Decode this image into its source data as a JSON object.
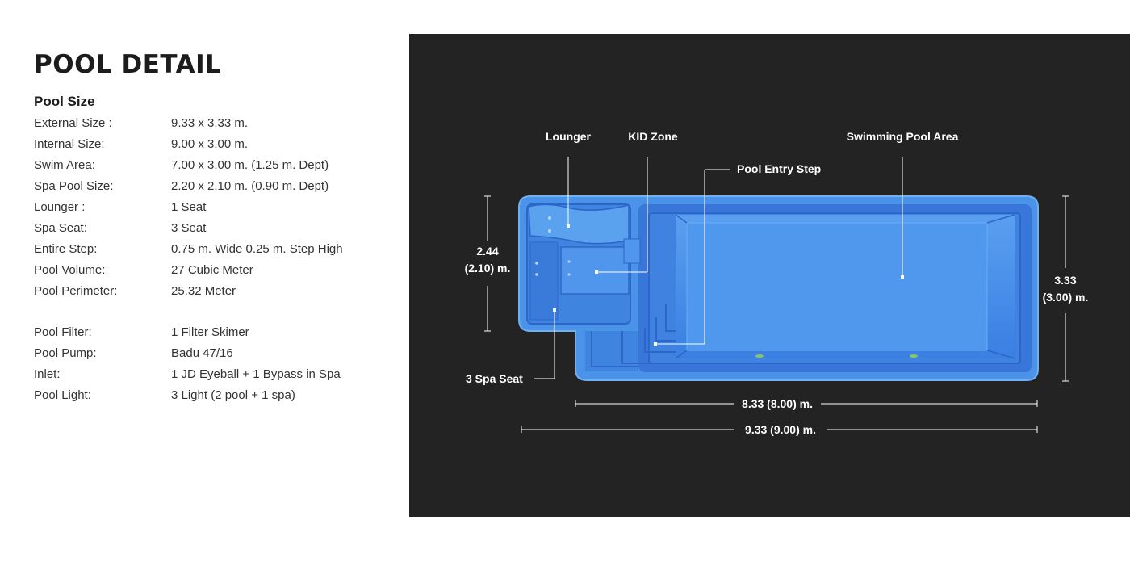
{
  "page": {
    "title": "POOL DETAIL",
    "section_title": "Pool Size"
  },
  "specs": [
    {
      "label": "External Size :",
      "value": "9.33 x 3.33 m."
    },
    {
      "label": "Internal Size:",
      "value": "9.00 x 3.00 m."
    },
    {
      "label": "Swim Area:",
      "value": "7.00 x 3.00 m. (1.25 m. Dept)"
    },
    {
      "label": "Spa Pool Size:",
      "value": "2.20 x 2.10 m. (0.90 m. Dept)"
    },
    {
      "label": "Lounger :",
      "value": "1 Seat"
    },
    {
      "label": "Spa Seat:",
      "value": "3 Seat"
    },
    {
      "label": "Entire Step:",
      "value": "0.75 m. Wide 0.25 m. Step High"
    },
    {
      "label": "Pool Volume:",
      "value": "27 Cubic Meter"
    },
    {
      "label": "Pool Perimeter:",
      "value": "25.32 Meter"
    }
  ],
  "equipment": [
    {
      "label": "Pool Filter:",
      "value": "1 Filter Skimer"
    },
    {
      "label": "Pool Pump:",
      "value": "Badu 47/16"
    },
    {
      "label": "Inlet:",
      "value": "1 JD Eyeball + 1 Bypass in Spa"
    },
    {
      "label": "Pool Light:",
      "value": "3 Light (2 pool + 1 spa)"
    }
  ],
  "diagram": {
    "labels": {
      "lounger": "Lounger",
      "kid_zone": "KID Zone",
      "swimming_pool_area": "Swimming Pool Area",
      "pool_entry_step": "Pool Entry Step",
      "spa_seat": "3 Spa Seat"
    },
    "dimensions": {
      "spa_width_1": "2.44",
      "spa_width_2": "(2.10) m.",
      "pool_width_1": "3.33",
      "pool_width_2": "(3.00) m.",
      "pool_length": "8.33 (8.00) m.",
      "total_length": "9.33 (9.00) m."
    },
    "colors": {
      "background": "#232323",
      "pool_blue": "#3f88e2",
      "pool_deep": "#2c67cf",
      "annotation": "#ffffff"
    }
  }
}
